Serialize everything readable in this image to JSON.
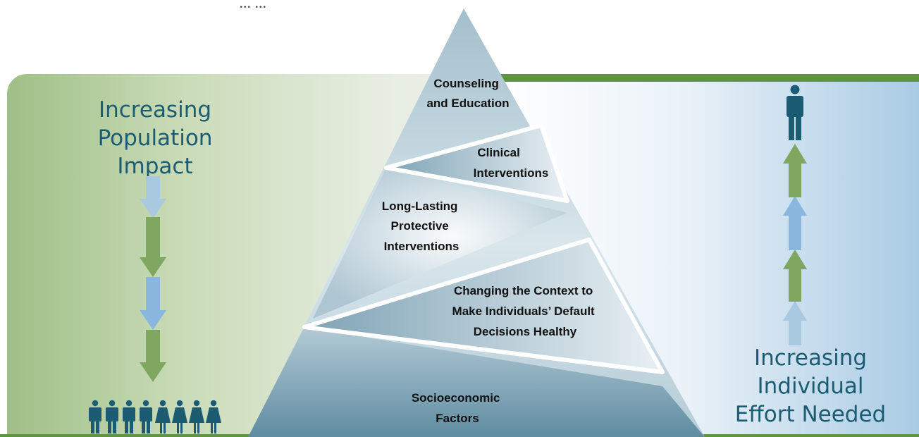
{
  "caption_fragment": "... ...",
  "left_heading": {
    "lines": [
      "Increasing",
      "Population",
      "Impact"
    ]
  },
  "right_heading": {
    "lines": [
      "Increasing",
      "Individual",
      "Effort Needed"
    ]
  },
  "tiers": [
    {
      "id": "socioeconomic",
      "lines": [
        "Socioeconomic",
        "Factors"
      ]
    },
    {
      "id": "context",
      "lines": [
        "Changing the Context to",
        "Make Individuals’ Default",
        "Decisions Healthy"
      ]
    },
    {
      "id": "long-lasting",
      "lines": [
        "Long-Lasting",
        "Protective",
        "Interventions"
      ]
    },
    {
      "id": "clinical",
      "lines": [
        "Clinical",
        "Interventions"
      ]
    },
    {
      "id": "counseling",
      "lines": [
        "Counseling",
        "and Education"
      ]
    }
  ],
  "population_icons": [
    "man",
    "man",
    "man",
    "man",
    "woman",
    "woman",
    "woman",
    "woman"
  ],
  "individual_icon": "man",
  "colors": {
    "teal": "#1c5c72",
    "green_arrow": "#7fa75f",
    "blue_arrow": "#8ab7dd",
    "green_rule": "#5e9340"
  }
}
